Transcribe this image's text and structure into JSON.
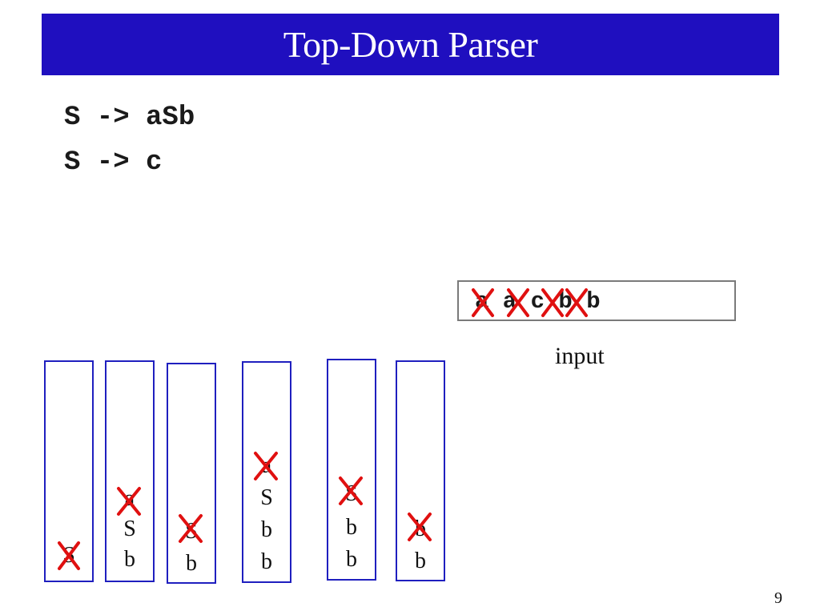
{
  "title": "Top-Down Parser",
  "grammar": {
    "rule1": "S -> aSb",
    "rule2": "S -> c"
  },
  "input": {
    "text": "a a c b b",
    "label": "input",
    "crossed_tokens": 4
  },
  "stacks": [
    {
      "symbols": [
        "S"
      ],
      "crossed_top": true
    },
    {
      "symbols": [
        "a",
        "S",
        "b"
      ],
      "crossed_top": true
    },
    {
      "symbols": [
        "S",
        "b"
      ],
      "crossed_top": true
    },
    {
      "symbols": [
        "a",
        "S",
        "b",
        "b"
      ],
      "crossed_top": true
    },
    {
      "symbols": [
        "S",
        "b",
        "b"
      ],
      "crossed_top": true
    },
    {
      "symbols": [
        "b",
        "b"
      ],
      "crossed_top": true
    }
  ],
  "page_number": "9",
  "colors": {
    "title_bg": "#1f0fbf",
    "stack_border": "#1f1fbf",
    "cross": "#e01010"
  }
}
